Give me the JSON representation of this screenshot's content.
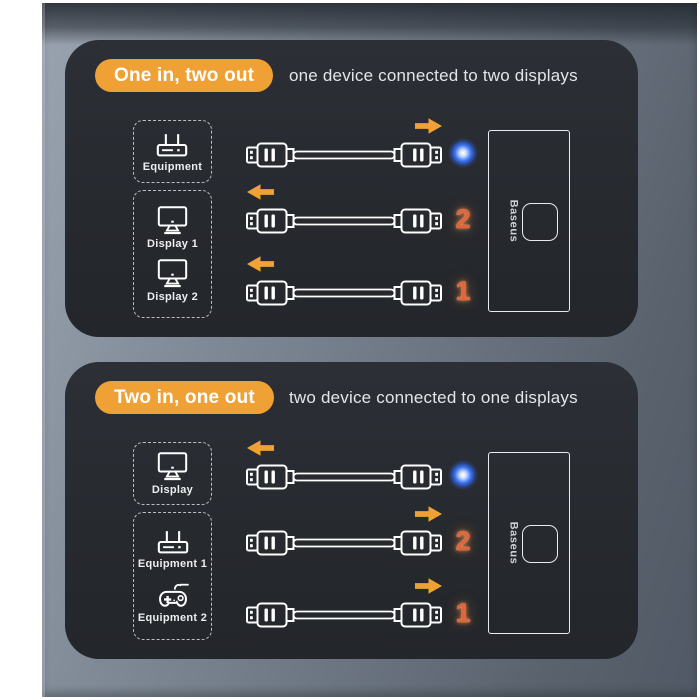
{
  "colors": {
    "badge_orange": "#f0a135",
    "arrow_orange": "#f0a135",
    "port_number_orange": "#e0663a",
    "led_blue": "#3a72f2",
    "panel_charcoal": "#26292e",
    "backdrop_gray": "#6e7784"
  },
  "panels": [
    {
      "badge": "One in, two out",
      "description": "one device connected to two displays",
      "device_label": "Baseus",
      "boxes": [
        {
          "items": [
            {
              "icon": "router-icon",
              "label": "Equipment"
            }
          ]
        },
        {
          "items": [
            {
              "icon": "monitor-icon",
              "label": "Display 1"
            },
            {
              "icon": "monitor-icon",
              "label": "Display 2"
            }
          ]
        }
      ],
      "rows": [
        {
          "direction": "right",
          "indicator": "led"
        },
        {
          "direction": "left",
          "number": "2"
        },
        {
          "direction": "left",
          "number": "1"
        }
      ]
    },
    {
      "badge": "Two in, one out",
      "description": "two device connected to one displays",
      "device_label": "Baseus",
      "boxes": [
        {
          "items": [
            {
              "icon": "monitor-icon",
              "label": "Display"
            }
          ]
        },
        {
          "items": [
            {
              "icon": "router-icon",
              "label": "Equipment 1"
            },
            {
              "icon": "gamepad-icon",
              "label": "Equipment 2"
            }
          ]
        }
      ],
      "rows": [
        {
          "direction": "left",
          "indicator": "led"
        },
        {
          "direction": "right",
          "number": "2"
        },
        {
          "direction": "right",
          "number": "1"
        }
      ]
    }
  ]
}
